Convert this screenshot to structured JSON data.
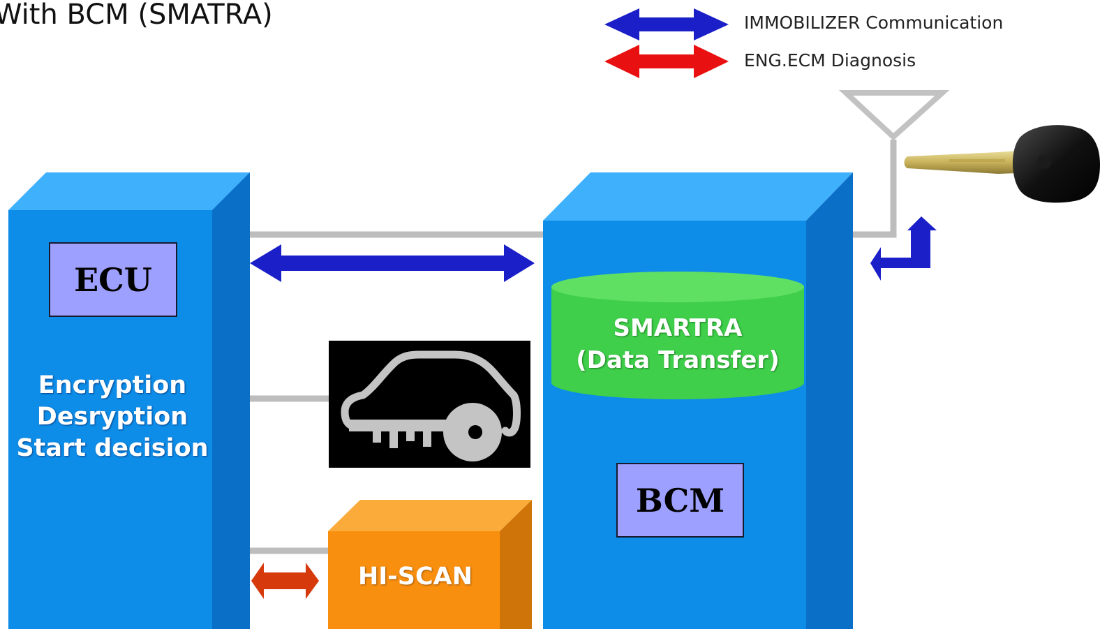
{
  "title": "With BCM (SMATRA)",
  "legend": {
    "immobilizer": "IMMOBILIZER Communication",
    "eng_ecm": "ENG.ECM Diagnosis"
  },
  "ecu": {
    "label": "ECU",
    "functions": [
      "Encryption",
      "Desryption",
      "Start decision"
    ]
  },
  "bcm": {
    "label": "BCM",
    "smartra": [
      "SMARTRA",
      "(Data Transfer)"
    ]
  },
  "hiscan": {
    "label": "HI-SCAN"
  },
  "icons": [
    "blue-double-arrow-icon",
    "red-double-arrow-icon",
    "antenna-icon",
    "car-key-icon",
    "immobilizer-warning-lamp-icon",
    "return-arrow-icon",
    "orange-double-arrow-icon"
  ],
  "colors": {
    "block_front": "#0d8de8",
    "block_top": "#3fb0fb",
    "block_side": "#0a6fc6",
    "label_box": "#9ea0ff",
    "smartra": "#3fcf4a",
    "hiscan_front": "#f98f0e",
    "immobilizer_arrow": "#1a1fc8",
    "diagnosis_arrow": "#e81010",
    "bus_line": "#bdbdbd"
  }
}
